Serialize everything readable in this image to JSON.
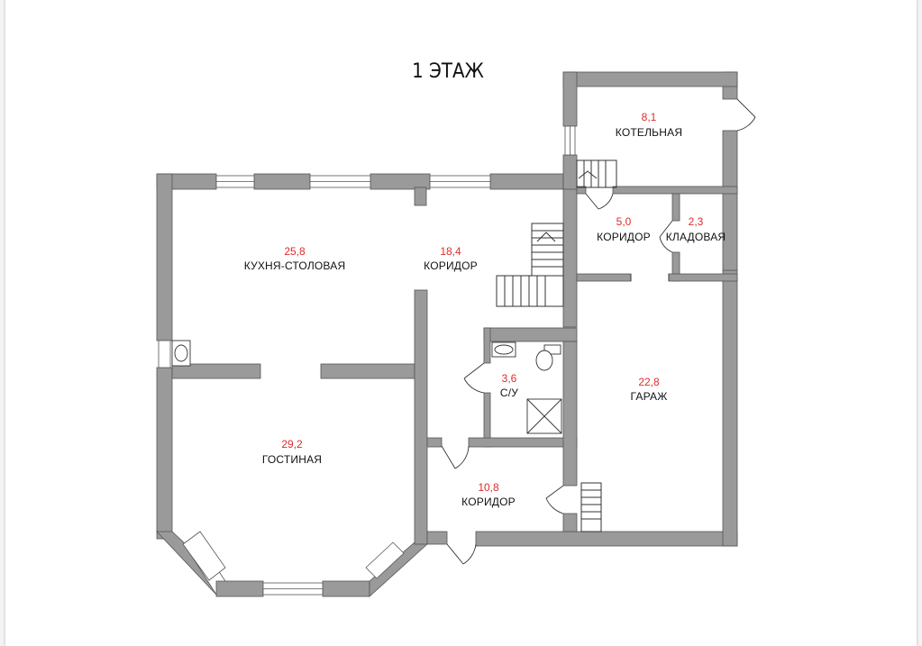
{
  "plan": {
    "title": "1 ЭТАЖ",
    "colors": {
      "wall": "#9a9a9a",
      "wall_stroke": "#555555",
      "area": "#e02b2b",
      "label": "#111111",
      "background": "#ffffff"
    },
    "rooms": {
      "kitchen": {
        "area": "25,8",
        "name": "КУХНЯ-СТОЛОВАЯ"
      },
      "corridor_main": {
        "area": "18,4",
        "name": "КОРИДОР"
      },
      "boiler": {
        "area": "8,1",
        "name": "КОТЕЛЬНАЯ"
      },
      "corridor_small": {
        "area": "5,0",
        "name": "КОРИДОР"
      },
      "pantry": {
        "area": "2,3",
        "name": "КЛАДОВАЯ"
      },
      "bathroom": {
        "area": "3,6",
        "name": "С/У"
      },
      "garage": {
        "area": "22,8",
        "name": "ГАРАЖ"
      },
      "living": {
        "area": "29,2",
        "name": "ГОСТИНАЯ"
      },
      "corridor_entry": {
        "area": "10,8",
        "name": "КОРИДОР"
      }
    }
  }
}
